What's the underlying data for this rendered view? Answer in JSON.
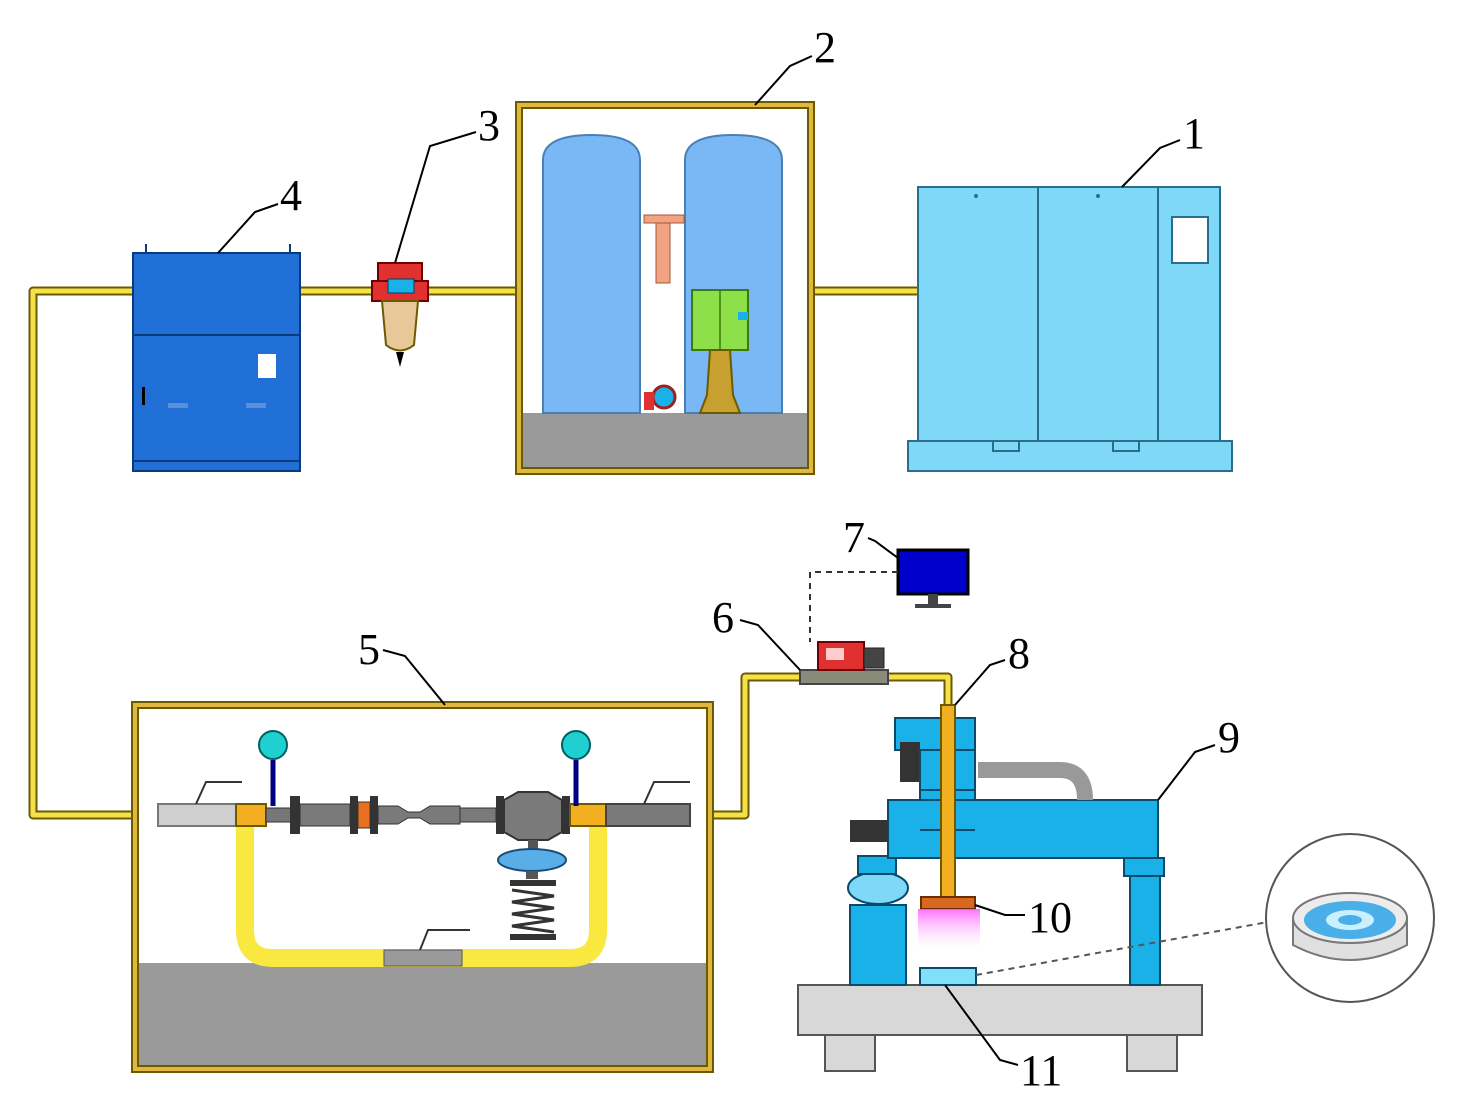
{
  "labels": {
    "compressor": "1",
    "dryer": "2",
    "filter": "3",
    "tank": "4",
    "regulator_station": "5",
    "flow_meter": "6",
    "computer": "7",
    "nozzle": "8",
    "gantry": "9",
    "jet": "10",
    "workpiece": "11"
  },
  "colors": {
    "pipe_outline": "#6b5a00",
    "pipe_fill": "#f4e24a",
    "compressor": "#7fd8f8",
    "dryer_tank": "#7ab8f5",
    "storage_tank": "#1f6fd6",
    "base_gray": "#9a9a9a",
    "machine_blue": "#1ab0e8",
    "monitor": "#0000cc"
  },
  "icons": {
    "computer": "monitor-icon",
    "filter": "filter-icon",
    "valve": "ball-valve-icon",
    "gauge": "pressure-gauge-icon"
  }
}
